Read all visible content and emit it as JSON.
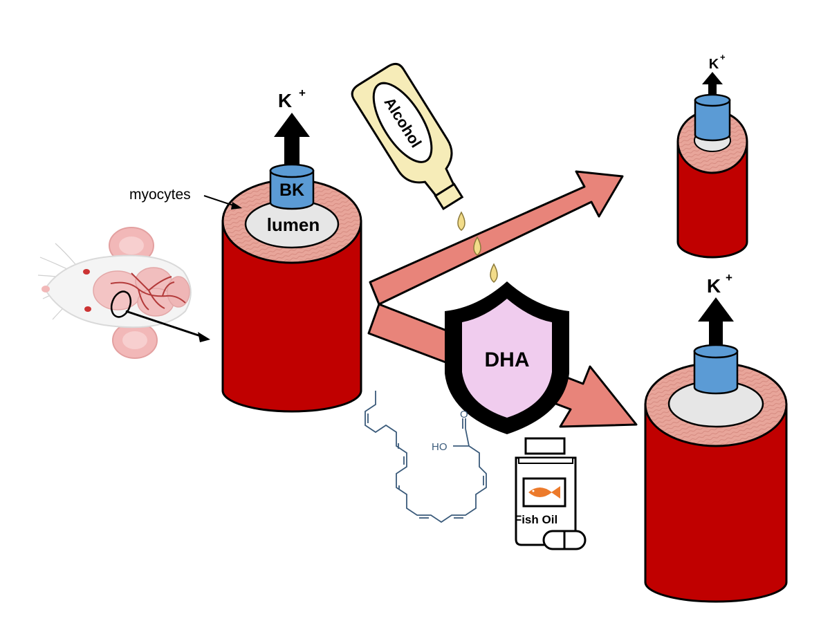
{
  "labels": {
    "myocytes": "myocytes",
    "bk": "BK",
    "lumen": "lumen",
    "k_ion": "K",
    "k_charge": "+",
    "alcohol": "Alcohol",
    "dha": "DHA",
    "fish_oil": "Fish Oil",
    "ho": "HO",
    "o": "O"
  },
  "colors": {
    "vessel_red": "#c00000",
    "vessel_wall": "#e8a59a",
    "lumen_gray": "#e6e6e6",
    "bk_blue": "#5b9bd5",
    "salmon_arrow": "#e8847a",
    "shield_pink": "#f0ccee",
    "bottle_yellow": "#f6ecb8",
    "drop_yellow": "#f2dc8a",
    "molecule_blue": "#3a5a7a",
    "fish_orange": "#ec7a2b",
    "mouse_pink": "#f2b8b8"
  },
  "icons": [
    "mouse-brain-icon",
    "alcohol-bottle-icon",
    "shield-icon",
    "fish-oil-bottle-icon",
    "capsule-icon",
    "dha-molecule-icon"
  ]
}
